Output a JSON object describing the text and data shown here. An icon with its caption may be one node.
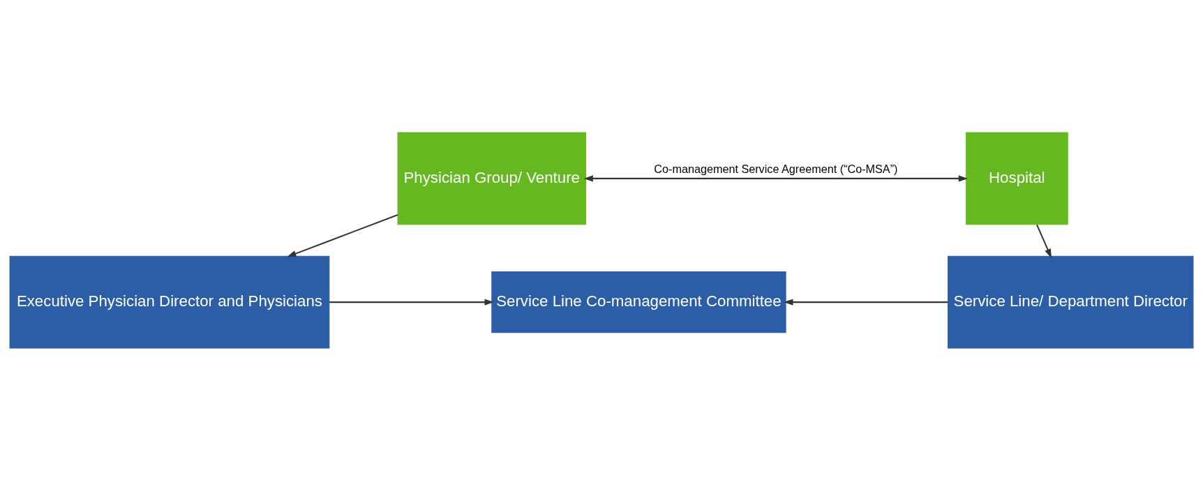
{
  "diagram": {
    "nodes": [
      {
        "text": [
          "Physician Group/ Venture"
        ]
      },
      {
        "text": [
          "Hospital"
        ]
      },
      {
        "text": [
          "Executive Physician Director and Physicians"
        ]
      },
      {
        "text": [
          "Service Line Co-management Committee"
        ]
      },
      {
        "text": [
          "Service Line/ Department Director"
        ]
      }
    ],
    "edges": [
      {
        "from": 0,
        "to": 1,
        "arrow": "both",
        "label": "Co-management Service Agreement (“Co-MSA”)"
      },
      {
        "from": 0,
        "to": 2,
        "arrow": "to"
      },
      {
        "from": 1,
        "to": 4,
        "arrow": "to"
      },
      {
        "from": 2,
        "to": 3,
        "arrow": "to"
      },
      {
        "from": 4,
        "to": 3,
        "arrow": "to"
      }
    ]
  }
}
